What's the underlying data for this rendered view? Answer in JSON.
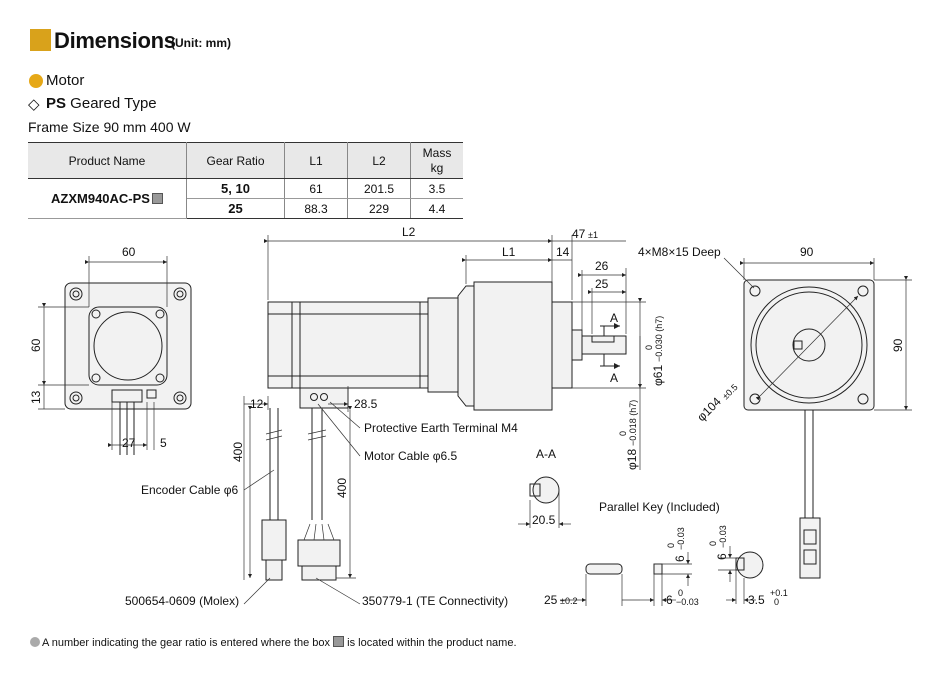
{
  "header": {
    "title": "Dimensions",
    "unit": "(Unit: mm)",
    "accent_color": "#d9a21b"
  },
  "section": {
    "motor_label": "Motor",
    "type_diamond": "◇",
    "type_bold": "PS",
    "type_rest": " Geared Type",
    "frame": "Frame Size 90 mm 400 W"
  },
  "table": {
    "headers": [
      "Product Name",
      "Gear Ratio",
      "L1",
      "L2",
      "Mass\nkg"
    ],
    "product_name": "AZXM940AC-PS",
    "rows": [
      {
        "gear_ratio": "5, 10",
        "l1": "61",
        "l2": "201.5",
        "mass": "3.5"
      },
      {
        "gear_ratio": "25",
        "l1": "88.3",
        "l2": "229",
        "mass": "4.4"
      }
    ]
  },
  "dims": {
    "front_width": "60",
    "front_height": "60",
    "front_13": "13",
    "front_27": "27",
    "front_5": "5",
    "l2": "L2",
    "l1": "L1",
    "d47": "47",
    "d47_tol": "±1",
    "d14": "14",
    "d26": "26",
    "d25": "25",
    "sectionA1": "A",
    "sectionA2": "A",
    "phi61": "φ61",
    "phi61_tol": "−0.030 (h7)",
    "phi61_tol_top": "0",
    "phi18": "φ18",
    "phi18_tol": "−0.018 (h7)",
    "phi18_tol_top": "0",
    "d12": "12",
    "d28_5": "28.5",
    "d400a": "400",
    "d400b": "400",
    "pe_terminal": "Protective Earth Terminal M4",
    "motor_cable": "Motor Cable φ6.5",
    "encoder_cable": "Encoder Cable φ6",
    "connector1": "500654-0609 (Molex)",
    "connector2": "350779-1 (TE Connectivity)",
    "flange_holes": "4×M8×15 Deep",
    "flange_w": "90",
    "flange_h": "90",
    "phi104": "φ104",
    "phi104_tol": "±0.5",
    "aa_title": "A-A",
    "aa_20_5": "20.5",
    "parallel_key": "Parallel Key (Included)",
    "key_25": "25",
    "key_25_tol": "±0.2",
    "key_6a": "6",
    "key_6a_tol_top": "0",
    "key_6a_tol_bot": "−0.03",
    "key_6b": "6",
    "key_6b_tol_top": "0",
    "key_6b_tol_bot": "−0.03",
    "key_6c": "6",
    "key_6c_tol_top": "0",
    "key_6c_tol_bot": "−0.03",
    "key_3_5": "3.5",
    "key_3_5_tol_top": "+0.1",
    "key_3_5_tol_bot": "0"
  },
  "footnote": {
    "before": "A number indicating the gear ratio is entered where the box",
    "after": "is located within the product name."
  }
}
